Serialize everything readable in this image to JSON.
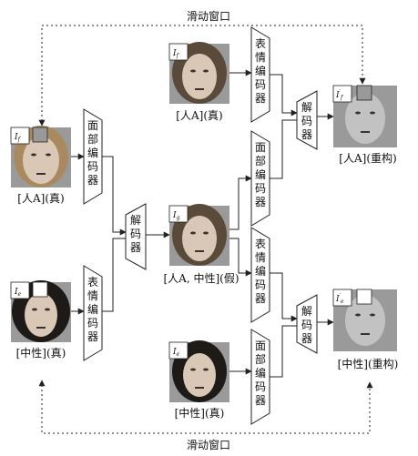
{
  "title_top": "滑动窗口",
  "title_bottom": "滑动窗口",
  "blocks": {
    "face_encoder_left": "面部编码器",
    "expr_encoder_left": "表情编码器",
    "decoder_mid": "解码器",
    "expr_encoder_top": "表情编码器",
    "face_encoder_mid": "面部编码器",
    "expr_encoder_mid": "表情编码器",
    "face_encoder_bottom": "面部编码器",
    "decoder_top_right": "解码器",
    "decoder_bottom_right": "解码器"
  },
  "captions": {
    "person_a_real_left": "[人A](真)",
    "neutral_real_left": "[中性](真)",
    "person_a_real_top": "[人A](真)",
    "fake_mid": "[人A, 中性](假)",
    "neutral_real_bottom": "[中性](真)",
    "person_a_recon": "[人A](重构)",
    "neutral_recon": "[中性](重构)"
  },
  "tags": {
    "left_top": {
      "main": "I",
      "sub": "f"
    },
    "left_bottom": {
      "main": "I",
      "sub": "e"
    },
    "top": {
      "main": "I",
      "sub": "f"
    },
    "mid": {
      "main": "I",
      "sub": "g"
    },
    "bottom": {
      "main": "I",
      "sub": "e"
    },
    "recon_top": {
      "main": "I",
      "sub": "f",
      "prime": "′"
    },
    "recon_bottom": {
      "main": "I",
      "sub": "e",
      "prime": "′"
    }
  },
  "colors": {
    "stroke": "#222222",
    "background": "#ffffff"
  }
}
